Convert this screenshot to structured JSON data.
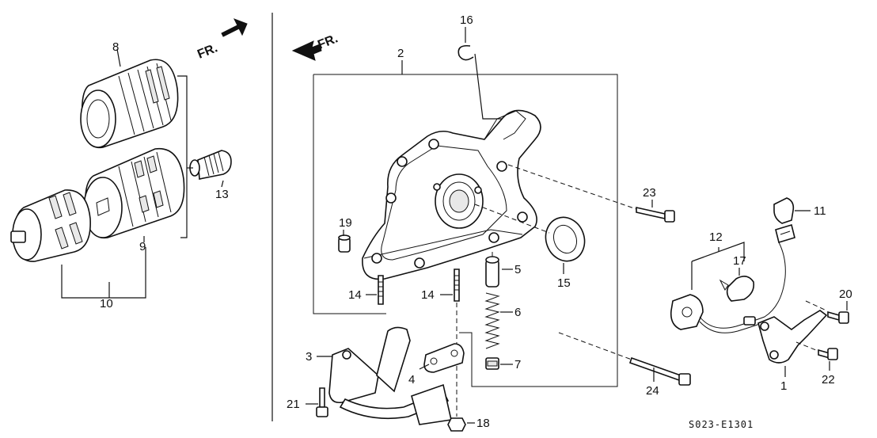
{
  "direction_labels": {
    "left_panel": "FR.",
    "right_panel": "FR."
  },
  "callouts": {
    "c1": "1",
    "c2": "2",
    "c3": "3",
    "c4": "4",
    "c5": "5",
    "c6": "6",
    "c7": "7",
    "c8": "8",
    "c9": "9",
    "c10": "10",
    "c11": "11",
    "c12": "12",
    "c13": "13",
    "c14a": "14",
    "c14b": "14",
    "c15": "15",
    "c16": "16",
    "c17": "17",
    "c18": "18",
    "c19": "19",
    "c20": "20",
    "c21": "21",
    "c22": "22",
    "c23": "23",
    "c24": "24"
  },
  "diagram_code": "S023-E1301"
}
